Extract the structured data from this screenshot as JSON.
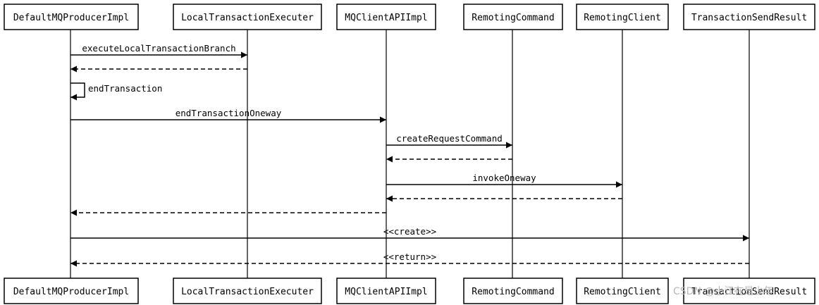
{
  "participants": [
    "DefaultMQProducerImpl",
    "LocalTransactionExecuter",
    "MQClientAPIImpl",
    "RemotingCommand",
    "RemotingClient",
    "TransactionSendResult"
  ],
  "messages": [
    {
      "from": 0,
      "to": 1,
      "label": "executeLocalTransactionBranch",
      "style": "solid"
    },
    {
      "from": 1,
      "to": 0,
      "label": "",
      "style": "dashed"
    },
    {
      "from": 0,
      "to": 0,
      "label": "endTransaction",
      "style": "self"
    },
    {
      "from": 0,
      "to": 2,
      "label": "endTransactionOneway",
      "style": "solid"
    },
    {
      "from": 2,
      "to": 3,
      "label": "createRequestCommand",
      "style": "solid"
    },
    {
      "from": 3,
      "to": 2,
      "label": "",
      "style": "dashed"
    },
    {
      "from": 2,
      "to": 4,
      "label": "invokeOneway",
      "style": "solid"
    },
    {
      "from": 4,
      "to": 2,
      "label": "",
      "style": "dashed"
    },
    {
      "from": 2,
      "to": 0,
      "label": "",
      "style": "dashed"
    },
    {
      "from": 0,
      "to": 5,
      "label": "<<create>>",
      "style": "solid"
    },
    {
      "from": 5,
      "to": 0,
      "label": "<<return>>",
      "style": "dashed"
    }
  ],
  "watermark": "CSDN @小江在是少年"
}
